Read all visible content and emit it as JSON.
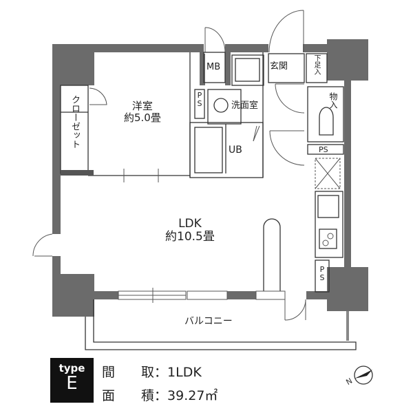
{
  "rooms": {
    "western": {
      "name": "洋室",
      "size": "約5.0畳"
    },
    "ldk": {
      "name": "LDK",
      "size": "約10.5畳"
    },
    "closet": "クローゼット",
    "mb": "MB",
    "ps1": "PS",
    "ps2": "PS",
    "ps3": "PS",
    "washroom": "洗面室",
    "entrance": "玄関",
    "shoe": "下足入",
    "storage": "物入",
    "ub": "UB",
    "balcony": "バルコニー"
  },
  "info": {
    "type_label": "type",
    "type_value": "E",
    "layout_label": "間　　取：",
    "layout_value": "1LDK",
    "area_label": "面　　積：",
    "area_value": "39.27㎡"
  },
  "compass": {
    "north_label": "N",
    "icon": "compass-icon"
  },
  "colors": {
    "wall": "#6b6b6b",
    "line": "#333333"
  }
}
